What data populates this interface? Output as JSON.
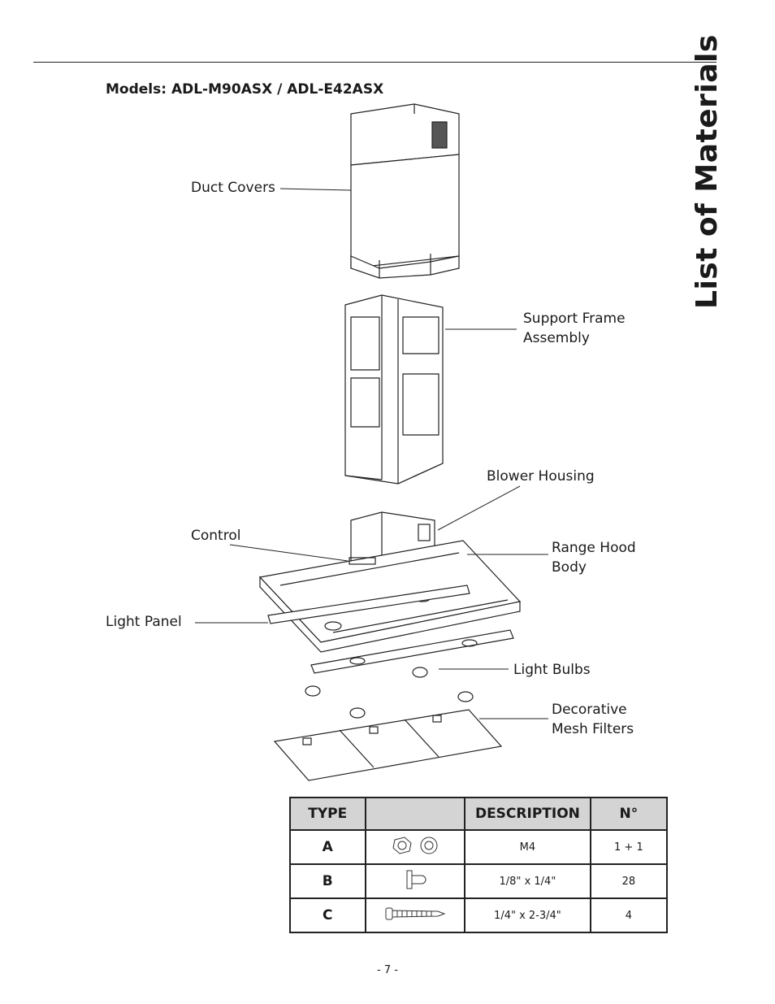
{
  "header": {
    "models": "Models: ADL-M90ASX / ADL-E42ASX",
    "section_title": "List of Materials"
  },
  "labels": {
    "duct_covers": "Duct Covers",
    "support_frame_line1": "Support Frame",
    "support_frame_line2": "Assembly",
    "blower_housing": "Blower Housing",
    "control": "Control",
    "range_hood_line1": "Range Hood",
    "range_hood_line2": "Body",
    "light_panel": "Light Panel",
    "light_bulbs": "Light Bulbs",
    "mesh_line1": "Decorative",
    "mesh_line2": "Mesh Filters"
  },
  "table": {
    "headers": [
      "TYPE",
      "",
      "DESCRIPTION",
      "N°"
    ],
    "rows": [
      {
        "type": "A",
        "icon": "nut-washer-icon",
        "description": "M4",
        "count": "1 + 1"
      },
      {
        "type": "B",
        "icon": "wall-plug-icon",
        "description": "1/8\" x 1/4\"",
        "count": "28"
      },
      {
        "type": "C",
        "icon": "screw-icon",
        "description": "1/4\"  x  2-3/4\"",
        "count": "4"
      }
    ]
  },
  "footer": {
    "page_number": "- 7 -"
  }
}
